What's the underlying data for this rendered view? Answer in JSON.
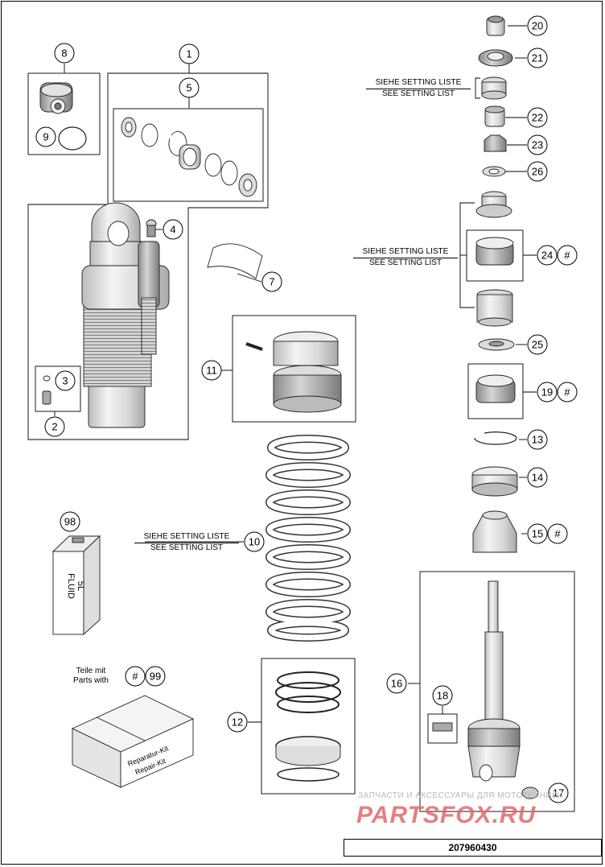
{
  "callouts": [
    {
      "id": "c1",
      "text": "1",
      "hash": false
    },
    {
      "id": "c2",
      "text": "2",
      "hash": false
    },
    {
      "id": "c3",
      "text": "3",
      "hash": false
    },
    {
      "id": "c4",
      "text": "4",
      "hash": false
    },
    {
      "id": "c5",
      "text": "5",
      "hash": false
    },
    {
      "id": "c7",
      "text": "7",
      "hash": false
    },
    {
      "id": "c8",
      "text": "8",
      "hash": false
    },
    {
      "id": "c9",
      "text": "9",
      "hash": false
    },
    {
      "id": "c10",
      "text": "10",
      "hash": false
    },
    {
      "id": "c11",
      "text": "11",
      "hash": false
    },
    {
      "id": "c12",
      "text": "12",
      "hash": false
    },
    {
      "id": "c13",
      "text": "13",
      "hash": false
    },
    {
      "id": "c14",
      "text": "14",
      "hash": false
    },
    {
      "id": "c15",
      "text": "15",
      "hash": true
    },
    {
      "id": "c16",
      "text": "16",
      "hash": false
    },
    {
      "id": "c17",
      "text": "17",
      "hash": false
    },
    {
      "id": "c18",
      "text": "18",
      "hash": false
    },
    {
      "id": "c19",
      "text": "19",
      "hash": true
    },
    {
      "id": "c20",
      "text": "20",
      "hash": false
    },
    {
      "id": "c21",
      "text": "21",
      "hash": false
    },
    {
      "id": "c22",
      "text": "22",
      "hash": false
    },
    {
      "id": "c23",
      "text": "23",
      "hash": false
    },
    {
      "id": "c24",
      "text": "24",
      "hash": true
    },
    {
      "id": "c25",
      "text": "25",
      "hash": false
    },
    {
      "id": "c26",
      "text": "26",
      "hash": false
    },
    {
      "id": "c98",
      "text": "98",
      "hash": false
    },
    {
      "id": "c99",
      "text": "99",
      "hash": false
    }
  ],
  "hash_symbol": "#",
  "setting_notes": {
    "top": {
      "line1": "SIEHE SETTING LISTE",
      "line2": "SEE SETTING LIST"
    },
    "middle": {
      "line1": "SIEHE SETTING LISTE",
      "line2": "SEE SETTING LIST"
    },
    "spring": {
      "line1": "SIEHE SETTING LISTE",
      "line2": "SEE SETTING LIST"
    }
  },
  "parts_note": {
    "line1": "Teile mit",
    "line2": "Parts with"
  },
  "fluid_can": {
    "line1": "FLUID",
    "line2": "5L"
  },
  "repair_kit": {
    "line1": "Reparatur-Kit",
    "line2": "Repair-Kit"
  },
  "drawing_number": "207960430",
  "watermark": {
    "line1": "ЗАПЧАСТИ И АКСЕССУАРЫ ДЛЯ МОТОТЕХНИКИ",
    "line2": "PARTSFOX.RU"
  }
}
